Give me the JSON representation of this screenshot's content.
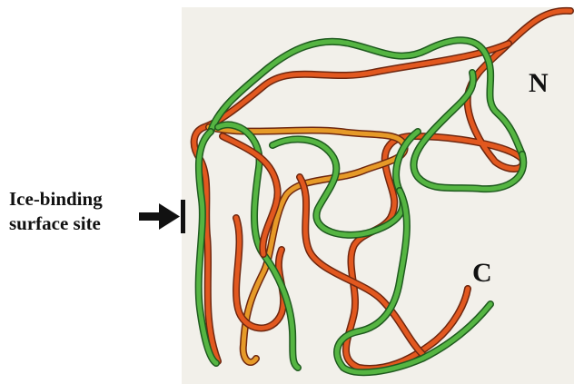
{
  "labels": {
    "n_terminus": "N",
    "c_terminus": "C",
    "site_line1": "Ice-binding",
    "site_line2": "surface site"
  },
  "colors": {
    "background": "#ffffff",
    "panel": "#f2f0ea",
    "green_strand": "#55b542",
    "green_shadow": "#1f5a1f",
    "orange_strand": "#e2581f",
    "orange_shadow": "#6e2710",
    "yellow_strand": "#e69a28",
    "arrow": "#111111"
  }
}
